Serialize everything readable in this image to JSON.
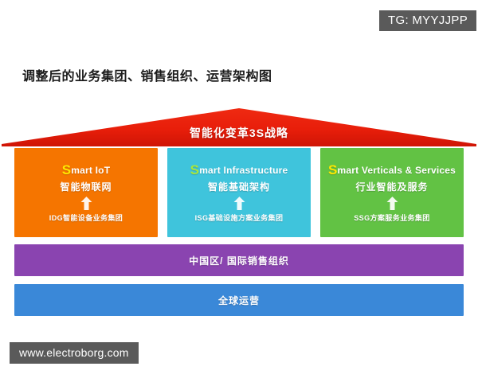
{
  "watermarks": {
    "telegram": "TG: MYYJJPP",
    "site": "www.electroborg.com",
    "badge_color": "#5a5a5a"
  },
  "page_title": "调整后的业务集团、销售组织、运营架构图",
  "diagram": {
    "roof": {
      "label": "智能化变革3S战略",
      "color": "#e81e0a"
    },
    "columns": [
      {
        "initial": "S",
        "english_rest": "mart IoT",
        "english_full": "Smart IoT",
        "chinese": "智能物联网",
        "group": "IDG智能设备业务集团",
        "bg_color": "#f57500",
        "initial_color": "#ffe800",
        "arrow_icon": "up-arrow-icon"
      },
      {
        "initial": "S",
        "english_rest": "mart Infrastructure",
        "english_full": "Smart Infrastructure",
        "chinese": "智能基础架构",
        "group": "ISG基础设施方案业务集团",
        "bg_color": "#3fc4dc",
        "initial_color": "#a8e63c",
        "arrow_icon": "up-arrow-icon"
      },
      {
        "initial": "S",
        "english_rest": "mart Verticals & Services",
        "english_full": "Smart Verticals & Services",
        "chinese": "行业智能及服务",
        "group": "SSG方案服务业务集团",
        "bg_color": "#62c244",
        "initial_color": "#ffe800",
        "arrow_icon": "up-arrow-icon"
      }
    ],
    "bars": [
      {
        "label": "中国区/ 国际销售组织",
        "bg_color": "#8a44b0"
      },
      {
        "label": "全球运营",
        "bg_color": "#3a88d8"
      }
    ]
  }
}
